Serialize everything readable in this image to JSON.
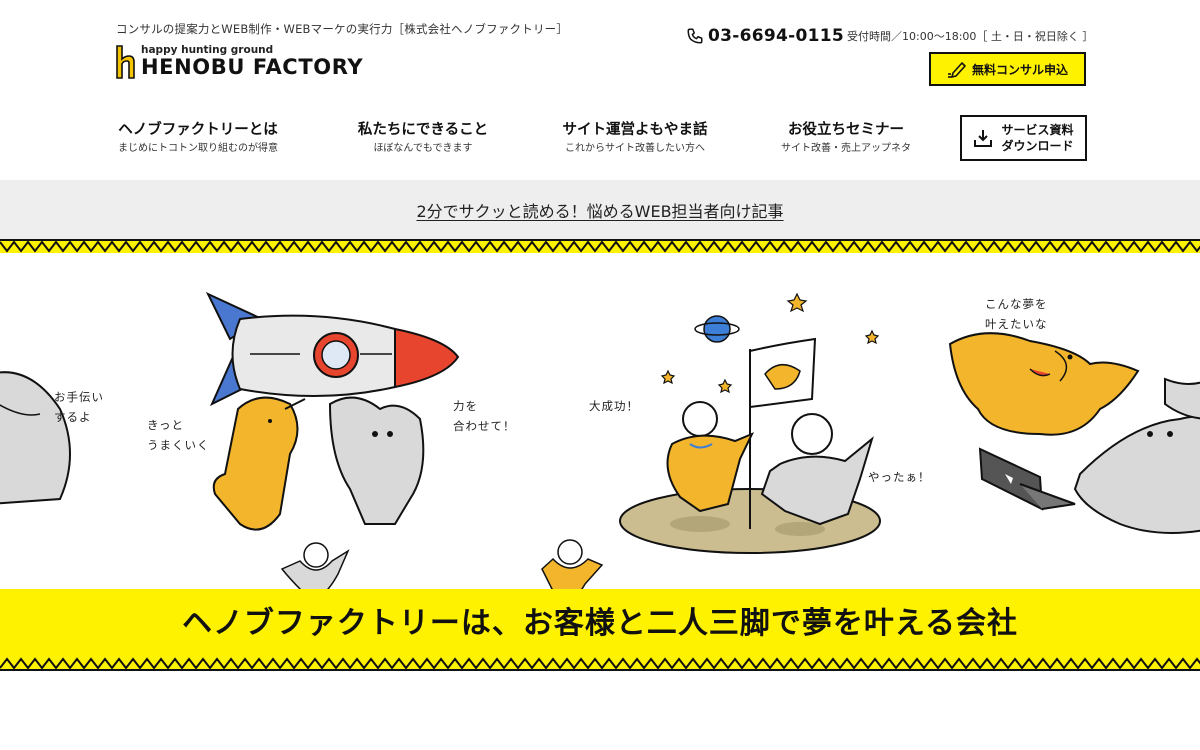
{
  "header": {
    "tagline": "コンサルの提案力とWEB制作・WEBマーケの実行力［株式会社ヘノブファクトリー］",
    "logo": {
      "subtitle": "happy hunting ground",
      "name": "HENOBU FACTORY"
    },
    "phone": "03-6694-0115",
    "hours": "受付時間／10:00〜18:00［ 土・日・祝日除く ］",
    "consult_button": "無料コンサル申込",
    "nav": [
      {
        "title": "ヘノブファクトリーとは",
        "subtitle": "まじめにトコトン取り組むのが得意"
      },
      {
        "title": "私たちにできること",
        "subtitle": "ほぼなんでもできます"
      },
      {
        "title": "サイト運営よもやま話",
        "subtitle": "これからサイト改善したい方へ"
      },
      {
        "title": "お役立ちセミナー",
        "subtitle": "サイト改善・売上アップネタ"
      }
    ],
    "download_button": "サービス資料\nダウンロード"
  },
  "notice": {
    "link": "2分でサクッと読める！悩めるWEB担当者向け記事"
  },
  "hero": {
    "headline": "ヘノブファクトリーは、お客様と二人三脚で夢を叶える会社",
    "notes": {
      "help": "お手伝い\nするよ",
      "surely": "きっと\nうまくいく",
      "together": "力を\n合わせて！",
      "success": "大成功！",
      "did_it": "やったぁ！",
      "dream": "こんな夢を\n叶えたいな"
    }
  },
  "colors": {
    "accent_yellow": "#fff200",
    "text_dark": "#111111",
    "notice_bg": "#eeeeee",
    "dog": "#f2b52c",
    "gorilla": "#d9d9d9",
    "rocket_red": "#e8452e",
    "planet_blue": "#3d7fd6"
  }
}
